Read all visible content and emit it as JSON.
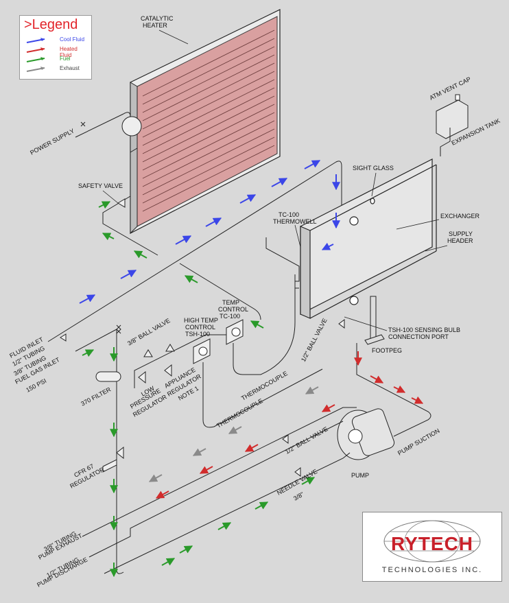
{
  "legend": {
    "title": ">Legend",
    "items": [
      {
        "label": "Cool Fluid",
        "color": "#3b46e8"
      },
      {
        "label": "Heated Fluid",
        "color": "#d12c2c"
      },
      {
        "label": "Fuel",
        "color": "#2a9a2a"
      },
      {
        "label": "Exhaust",
        "color": "#8a8a8a"
      }
    ]
  },
  "labels": {
    "catalytic_heater_1": "CATALYTIC",
    "catalytic_heater_2": "HEATER",
    "power_supply": "POWER SUPPLY",
    "safety_valve": "SAFETY VALVE",
    "atm_vent_cap": "ATM VENT CAP",
    "expansion_tank": "EXPANSION TANK",
    "sight_glass": "SIGHT GLASS",
    "tc100_thermowell_1": "TC-100",
    "tc100_thermowell_2": "THERMOWELL",
    "exchanger": "EXCHANGER",
    "supply_header_1": "SUPPLY",
    "supply_header_2": "HEADER",
    "tsh_bulb_1": "TSH-100 SENSING BULB",
    "tsh_bulb_2": "CONNECTION PORT",
    "footpeg": "FOOTPEG",
    "half_ball_valve_top": "1/2\" BALL VALVE",
    "temp_control_1": "TEMP",
    "temp_control_2": "CONTROL",
    "temp_control_3": "TC-100",
    "high_temp_control_1": "HIGH TEMP",
    "high_temp_control_2": "CONTROL",
    "high_temp_control_3": "TSH-100",
    "three_eighths_ball_valve": "3/8\" BALL VALVE",
    "fluid_inlet": "FLUID INLET",
    "half_tubing": "1/2\" TUBING",
    "three_eighths_tubing_1": "3/8\" TUBING",
    "fuel_gas_inlet": "FUEL GAS INLET",
    "psi": "150 PSI",
    "low_pressure_1": "LOW",
    "low_pressure_2": "PRESSURE",
    "low_pressure_3": "REGULATOR",
    "appliance_1": "APPLIANCE",
    "appliance_2": "REGULATOR",
    "appliance_3": "NOTE 1",
    "filter": "370 FILTER",
    "thermocouple_a": "THERMOCOUPLE",
    "thermocouple_b": "THERMOCOUPLE",
    "cfr_1": "CFR 67",
    "cfr_2": "REGULATOR",
    "half_ball_valve_mid": "1/2\" BALL VALVE",
    "pump_suction": "PUMP SUCTION",
    "pump": "PUMP",
    "needle_valve_1": "NEEDLE VALVE",
    "needle_valve_2": "3/8\"",
    "pump_exhaust_tubing": "3/8\" TUBING",
    "pump_exhaust": "PUMP EXHAUST",
    "pump_discharge_tubing": "1/2\" TUBING",
    "pump_discharge": "PUMP DISCHARGE"
  },
  "logo": {
    "name": "RYTECH",
    "subtitle": "TECHNOLOGIES INC."
  },
  "colors": {
    "cool": "#3b46e8",
    "heated": "#d12c2c",
    "fuel": "#2a9a2a",
    "exhaust": "#8a8a8a",
    "heater_face": "#d9a0a0"
  }
}
